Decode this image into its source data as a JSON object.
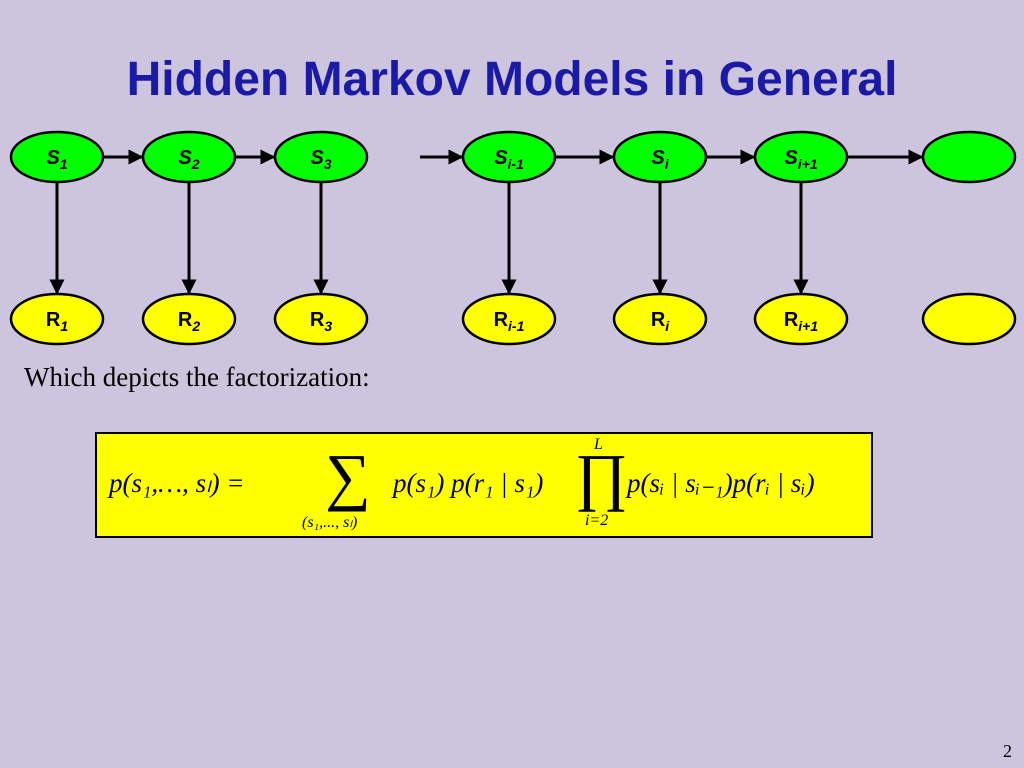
{
  "slide": {
    "title": "Hidden Markov Models in General",
    "caption": "Which depicts the factorization:",
    "page_number": "2"
  },
  "states": [
    {
      "base": "S",
      "sub": "1"
    },
    {
      "base": "S",
      "sub": "2"
    },
    {
      "base": "S",
      "sub": "3"
    },
    {
      "base": "S",
      "sub": "i-1"
    },
    {
      "base": "S",
      "sub": "i"
    },
    {
      "base": "S",
      "sub": "i+1"
    },
    {
      "base": "",
      "sub": ""
    }
  ],
  "observations": [
    {
      "base": "R",
      "sub": "1"
    },
    {
      "base": "R",
      "sub": "2"
    },
    {
      "base": "R",
      "sub": "3"
    },
    {
      "base": "R",
      "sub": "i-1"
    },
    {
      "base": "R",
      "sub": "i"
    },
    {
      "base": "R",
      "sub": "i+1"
    },
    {
      "base": "",
      "sub": ""
    }
  ],
  "formula": {
    "lhs": "p(s₁,…, sₗ) =",
    "sum_symbol": "∑",
    "sum_lower": "(s₁,..., sₗ)",
    "term1": "p(s₁) p(r₁ | s₁)",
    "prod_symbol": "∏",
    "prod_upper": "L",
    "prod_lower": "i=2",
    "term2": "p(sᵢ | sᵢ₋₁)p(rᵢ | sᵢ)"
  },
  "colors": {
    "background": "#cdc4dd",
    "state_fill": "#00ff00",
    "observation_fill": "#ffff00",
    "title": "#1a1aa6"
  }
}
